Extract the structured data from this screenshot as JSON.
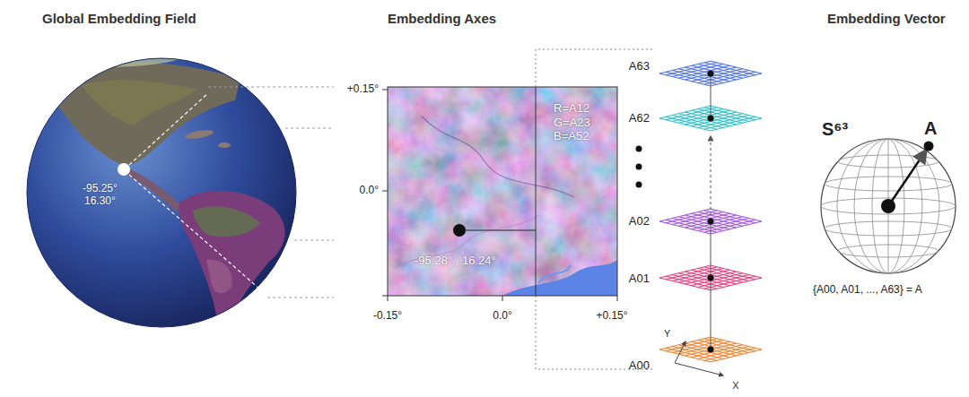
{
  "diagram": {
    "nodes": [
      {
        "text": [
          "-95.25° 16.30°"
        ]
      },
      {
        "text": [
          "R=A12 G=A23 B=A52",
          "-95.28° , 16.24°"
        ]
      }
    ],
    "labels": [
      "Global Embedding Field",
      "Embedding Axes",
      "Embedding Vector",
      "+0.15°",
      "0.0°",
      "-0.15°",
      "0.0°",
      "+0.15°",
      "A63",
      "A62",
      "A02",
      "A01",
      "A00",
      "Y",
      "X",
      "S⁶³",
      "A",
      "{A00, A01, ..., A63} = A"
    ]
  }
}
